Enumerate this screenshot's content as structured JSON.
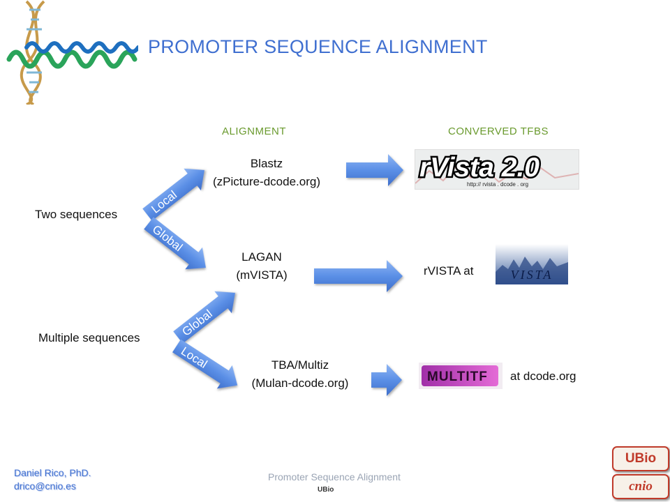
{
  "header": {
    "title": "PROMOTER SEQUENCE ALIGNMENT"
  },
  "columns": {
    "alignment": "ALIGNMENT",
    "tfbs": "CONVERVED TFBS"
  },
  "inputs": {
    "two": "Two sequences",
    "multiple": "Multiple sequences"
  },
  "branches": {
    "local": "Local",
    "global": "Global"
  },
  "methods": {
    "blastz": [
      "Blastz",
      "(zPicture-dcode.org)"
    ],
    "lagan": [
      "LAGAN",
      "(mVISTA)"
    ],
    "tba": [
      "TBA/Multiz",
      "(Mulan-dcode.org)"
    ]
  },
  "tools": {
    "rvista_logo_text": "rVista 2.0",
    "rvista_logo_url": "http:// rvista . dcode . org",
    "rvista_at": "rVISTA at",
    "vista_logo_text": "VISTA",
    "multitf_logo_text": "MULTITF",
    "at_dcode": "at dcode.org"
  },
  "footer": {
    "author": "Daniel Rico, PhD.",
    "email": "drico@cnio.es",
    "center": "Promoter Sequence Alignment",
    "center_logo": "UBio",
    "logo_ubio": "UBio",
    "logo_cnio": "cnio"
  },
  "colors": {
    "title": "#3f6fd0",
    "column_heads": "#6a9a2e",
    "arrow": "#5b8fe6"
  }
}
